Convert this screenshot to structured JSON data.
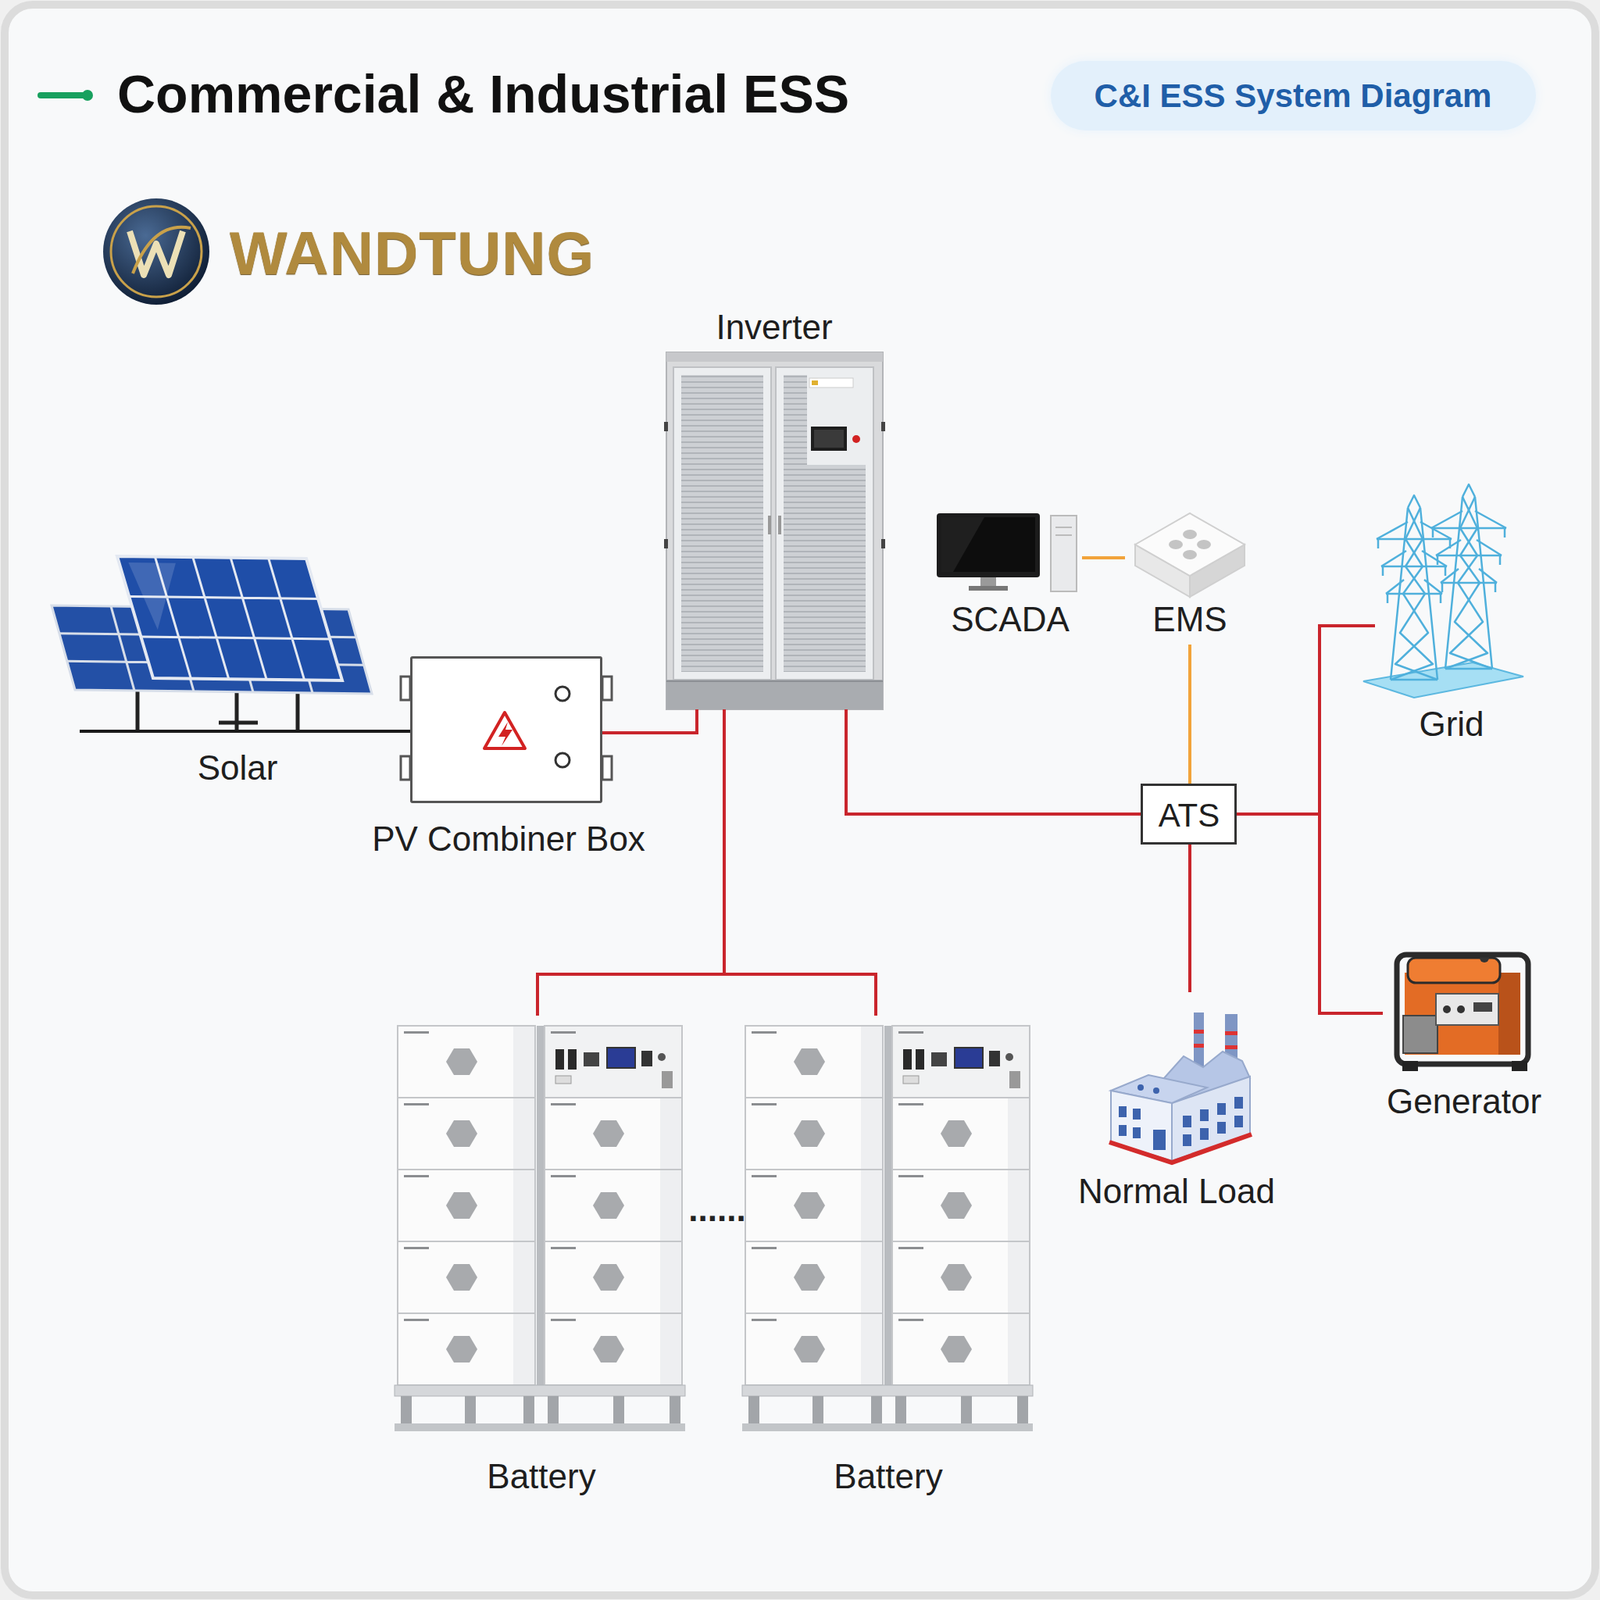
{
  "diagram": {
    "title": "Commercial & Industrial ESS",
    "nodes": [
      {
        "text": [
          "C&I ESS System Diagram"
        ]
      },
      {
        "text": [
          "Inverter"
        ]
      },
      {
        "text": [
          "SCADA"
        ]
      },
      {
        "text": [
          "EMS"
        ]
      },
      {
        "text": [
          "Grid"
        ]
      },
      {
        "text": [
          "Solar"
        ]
      },
      {
        "text": [
          "PV Combiner Box"
        ]
      },
      {
        "text": [
          "ATS"
        ]
      },
      {
        "text": [
          "Generator"
        ]
      },
      {
        "text": [
          "Normal Load"
        ]
      },
      {
        "text": [
          "Battery"
        ]
      },
      {
        "text": [
          "Battery"
        ]
      }
    ],
    "edges": [
      {
        "from": 5,
        "to": 6,
        "arrow": "none"
      },
      {
        "from": 6,
        "to": 1,
        "arrow": "none"
      },
      {
        "from": 1,
        "to": 10,
        "arrow": "none"
      },
      {
        "from": 1,
        "to": 11,
        "arrow": "none"
      },
      {
        "from": 1,
        "to": 7,
        "arrow": "none"
      },
      {
        "from": 2,
        "to": 3,
        "arrow": "none"
      },
      {
        "from": 3,
        "to": 7,
        "arrow": "none"
      },
      {
        "from": 7,
        "to": 4,
        "arrow": "none"
      },
      {
        "from": 7,
        "to": 8,
        "arrow": "none"
      },
      {
        "from": 7,
        "to": 9,
        "arrow": "none"
      }
    ],
    "labels": [
      "WANDTUNG",
      "......"
    ]
  }
}
